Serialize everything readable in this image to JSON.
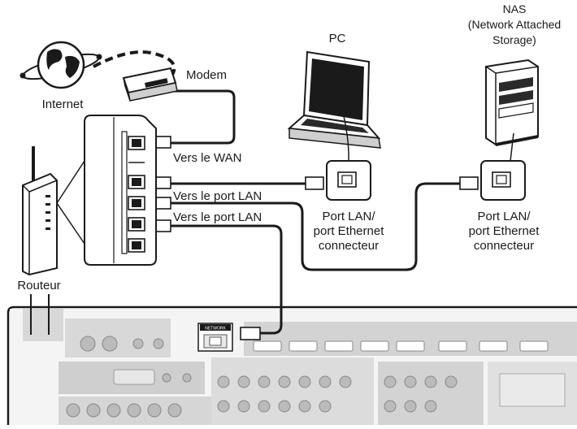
{
  "labels": {
    "internet": "Internet",
    "modem": "Modem",
    "pc": "PC",
    "nas_line1": "NAS",
    "nas_line2": "(Network Attached",
    "nas_line3": "Storage)",
    "vers_wan": "Vers le WAN",
    "vers_lan_1": "Vers le port LAN",
    "vers_lan_2": "Vers le port LAN",
    "pc_port_line1": "Port LAN/",
    "pc_port_line2": "port Ethernet",
    "pc_port_line3": "connecteur",
    "nas_port_line1": "Port LAN/",
    "nas_port_line2": "port Ethernet",
    "nas_port_line3": "connecteur",
    "router": "Routeur",
    "network_port": "NETWORK"
  },
  "colors": {
    "cable": "#1a1a1a",
    "device_fill": "#ffffff",
    "panel_gray": "#cfcfcf",
    "panel_dark": "#9a9a9a"
  }
}
